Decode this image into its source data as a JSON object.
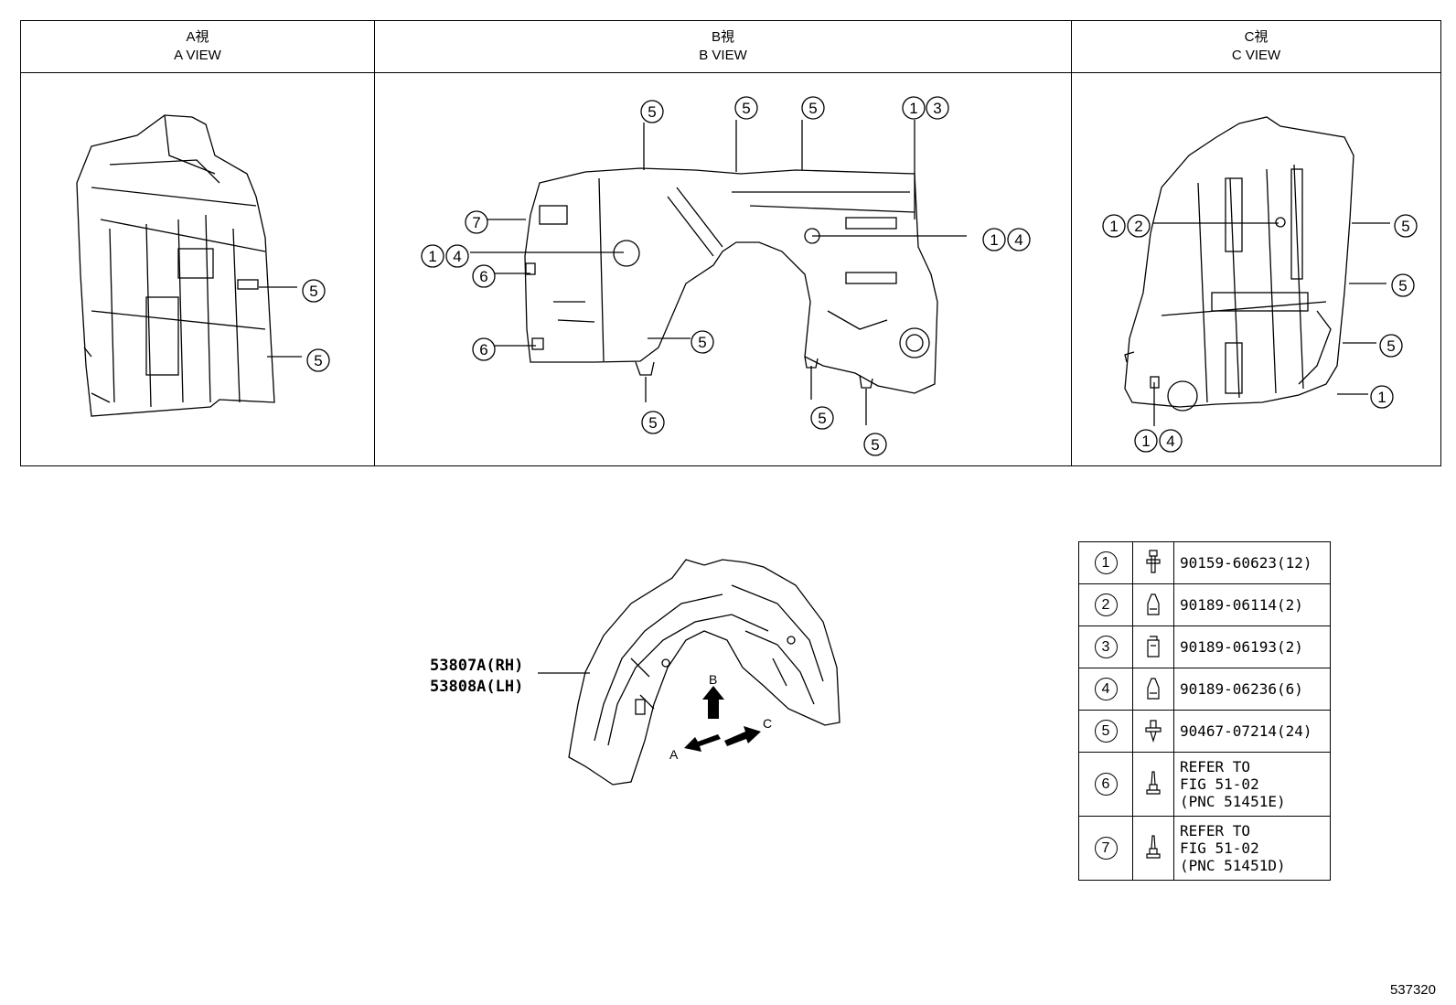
{
  "views": [
    {
      "jp": "A視",
      "en": "A VIEW"
    },
    {
      "jp": "B視",
      "en": "B VIEW"
    },
    {
      "jp": "C視",
      "en": "C VIEW"
    }
  ],
  "callouts": {
    "a_view": [
      "5",
      "5"
    ],
    "b_view": [
      "5",
      "5",
      "5",
      "1",
      "3",
      "7",
      "1",
      "4",
      "1",
      "4",
      "6",
      "6",
      "5",
      "5",
      "5",
      "5"
    ],
    "c_view": [
      "1",
      "2",
      "5",
      "5",
      "5",
      "1",
      "1",
      "4"
    ]
  },
  "part_number_rh": "53807A(RH)",
  "part_number_lh": "53808A(LH)",
  "direction_labels": {
    "a": "A",
    "b": "B",
    "c": "C"
  },
  "fasteners": [
    {
      "ref": "1",
      "icon": "bolt-icon",
      "part": "90159-60623(12)"
    },
    {
      "ref": "2",
      "icon": "clip-nut-icon",
      "part": "90189-06114(2)"
    },
    {
      "ref": "3",
      "icon": "square-nut-icon",
      "part": "90189-06193(2)"
    },
    {
      "ref": "4",
      "icon": "clip-nut-icon",
      "part": "90189-06236(6)"
    },
    {
      "ref": "5",
      "icon": "push-clip-icon",
      "part": "90467-07214(24)"
    },
    {
      "ref": "6",
      "icon": "screw-icon",
      "part": "REFER TO\nFIG 51-02\n(PNC 51451E)"
    },
    {
      "ref": "7",
      "icon": "screw-icon",
      "part": "REFER TO\nFIG 51-02\n(PNC 51451D)"
    }
  ],
  "diagram_id": "537320"
}
